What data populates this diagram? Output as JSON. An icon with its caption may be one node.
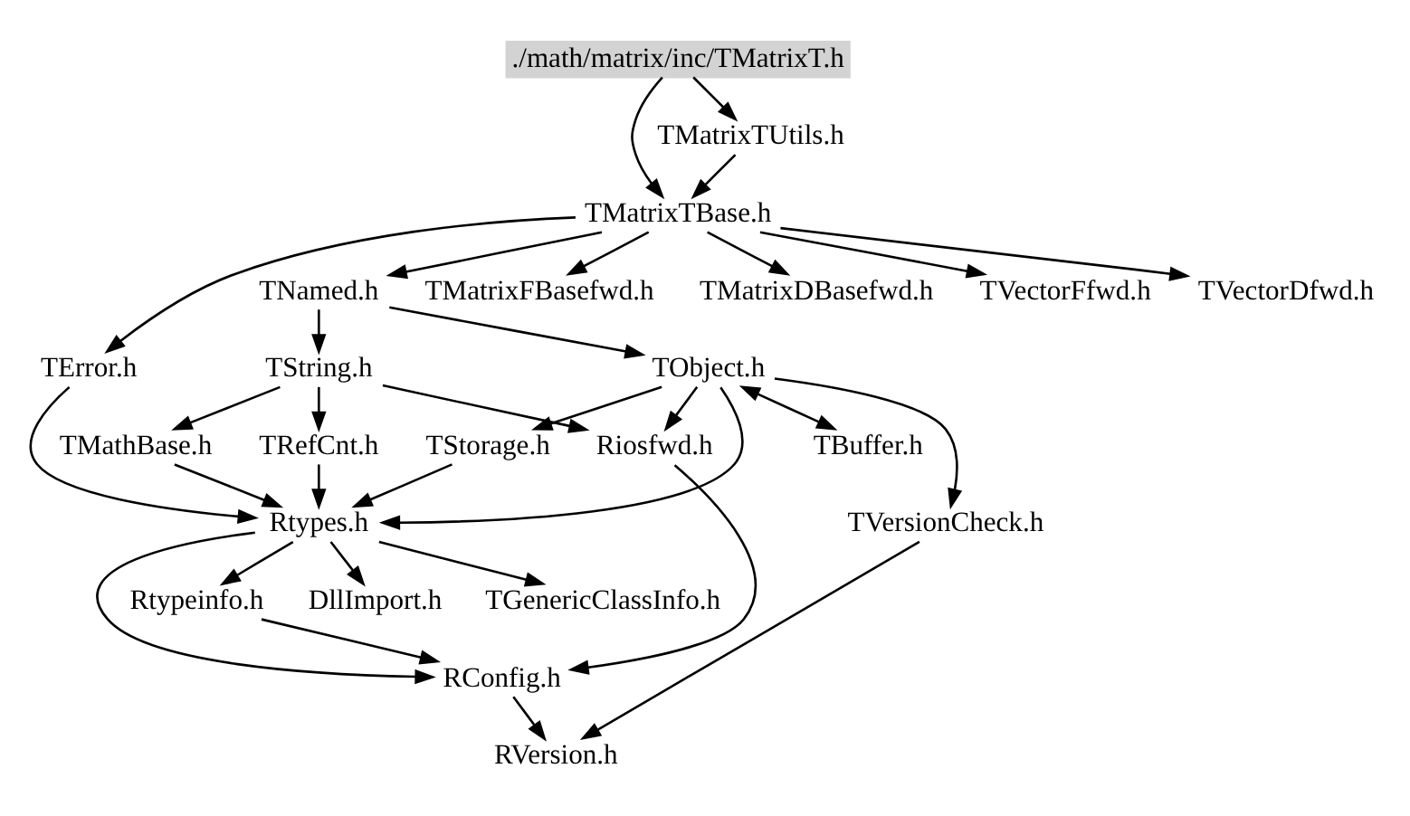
{
  "diagram": {
    "nodes": [
      {
        "text": [
          "./math/matrix/inc/TMatrixT.h"
        ]
      },
      {
        "text": [
          "TMatrixTUtils.h"
        ]
      },
      {
        "text": [
          "TMatrixTBase.h"
        ]
      },
      {
        "text": [
          "TNamed.h"
        ]
      },
      {
        "text": [
          "TMatrixFBasefwd.h"
        ]
      },
      {
        "text": [
          "TMatrixDBasefwd.h"
        ]
      },
      {
        "text": [
          "TVectorFfwd.h"
        ]
      },
      {
        "text": [
          "TVectorDfwd.h"
        ]
      },
      {
        "text": [
          "TError.h"
        ]
      },
      {
        "text": [
          "TString.h"
        ]
      },
      {
        "text": [
          "TObject.h"
        ]
      },
      {
        "text": [
          "TRefCnt.h"
        ]
      },
      {
        "text": [
          "TMathBase.h"
        ]
      },
      {
        "text": [
          "TStorage.h"
        ]
      },
      {
        "text": [
          "Riosfwd.h"
        ]
      },
      {
        "text": [
          "TBuffer.h"
        ]
      },
      {
        "text": [
          "Rtypes.h"
        ]
      },
      {
        "text": [
          "TVersionCheck.h"
        ]
      },
      {
        "text": [
          "TGenericClassInfo.h"
        ]
      },
      {
        "text": [
          "Rtypeinfo.h"
        ]
      },
      {
        "text": [
          "DllImport.h"
        ]
      },
      {
        "text": [
          "RConfig.h"
        ]
      },
      {
        "text": [
          "RVersion.h"
        ]
      }
    ],
    "edges": [
      {
        "from": 0,
        "to": 1,
        "arrow": "to"
      },
      {
        "from": 0,
        "to": 2,
        "arrow": "to"
      },
      {
        "from": 1,
        "to": 2,
        "arrow": "to"
      },
      {
        "from": 2,
        "to": 3,
        "arrow": "to"
      },
      {
        "from": 2,
        "to": 4,
        "arrow": "to"
      },
      {
        "from": 2,
        "to": 5,
        "arrow": "to"
      },
      {
        "from": 2,
        "to": 6,
        "arrow": "to"
      },
      {
        "from": 2,
        "to": 7,
        "arrow": "to"
      },
      {
        "from": 2,
        "to": 8,
        "arrow": "to"
      },
      {
        "from": 3,
        "to": 9,
        "arrow": "to"
      },
      {
        "from": 3,
        "to": 10,
        "arrow": "to"
      },
      {
        "from": 9,
        "to": 11,
        "arrow": "to"
      },
      {
        "from": 9,
        "to": 12,
        "arrow": "to"
      },
      {
        "from": 9,
        "to": 14,
        "arrow": "to"
      },
      {
        "from": 10,
        "to": 13,
        "arrow": "to"
      },
      {
        "from": 10,
        "to": 14,
        "arrow": "to"
      },
      {
        "from": 10,
        "to": 15,
        "arrow": "both"
      },
      {
        "from": 10,
        "to": 16,
        "arrow": "to"
      },
      {
        "from": 10,
        "to": 17,
        "arrow": "to"
      },
      {
        "from": 8,
        "to": 16,
        "arrow": "to"
      },
      {
        "from": 11,
        "to": 16,
        "arrow": "to"
      },
      {
        "from": 12,
        "to": 16,
        "arrow": "to"
      },
      {
        "from": 13,
        "to": 16,
        "arrow": "to"
      },
      {
        "from": 16,
        "to": 18,
        "arrow": "to"
      },
      {
        "from": 16,
        "to": 19,
        "arrow": "to"
      },
      {
        "from": 16,
        "to": 20,
        "arrow": "to"
      },
      {
        "from": 16,
        "to": 21,
        "arrow": "to"
      },
      {
        "from": 19,
        "to": 21,
        "arrow": "to"
      },
      {
        "from": 14,
        "to": 21,
        "arrow": "to"
      },
      {
        "from": 21,
        "to": 22,
        "arrow": "to"
      },
      {
        "from": 17,
        "to": 22,
        "arrow": "to"
      }
    ]
  }
}
